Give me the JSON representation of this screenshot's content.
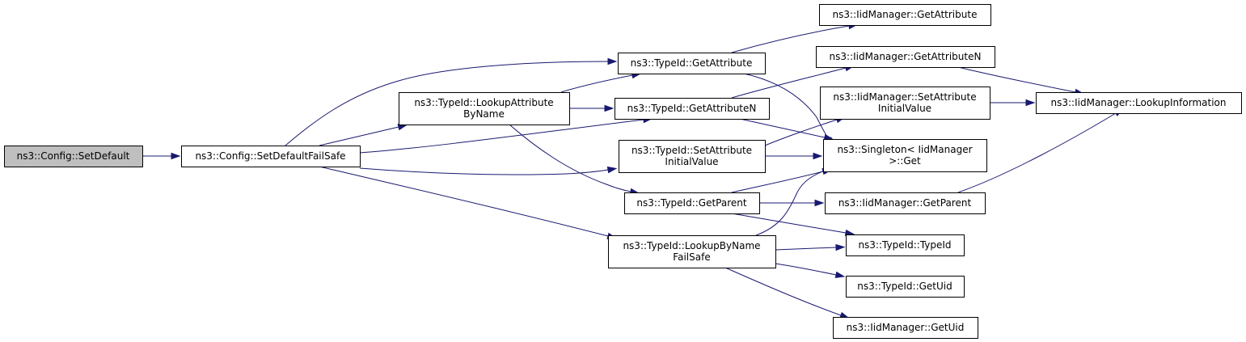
{
  "colors": {
    "edge": "#191970",
    "root_fill": "#bfbfbf",
    "node_fill": "#ffffff",
    "node_stroke": "#000000"
  },
  "nodes": [
    {
      "id": "set_default",
      "lines": [
        "ns3::Config::SetDefault"
      ],
      "root": true
    },
    {
      "id": "set_default_failsafe",
      "lines": [
        "ns3::Config::SetDefaultFailSafe"
      ]
    },
    {
      "id": "lookup_attribute_by_name",
      "lines": [
        "ns3::TypeId::LookupAttribute",
        "ByName"
      ]
    },
    {
      "id": "typeid_get_attribute",
      "lines": [
        "ns3::TypeId::GetAttribute"
      ]
    },
    {
      "id": "typeid_get_attribute_n",
      "lines": [
        "ns3::TypeId::GetAttributeN"
      ]
    },
    {
      "id": "typeid_set_attribute_initial_value",
      "lines": [
        "ns3::TypeId::SetAttribute",
        "InitialValue"
      ]
    },
    {
      "id": "typeid_get_parent",
      "lines": [
        "ns3::TypeId::GetParent"
      ]
    },
    {
      "id": "typeid_lookup_by_name_failsafe",
      "lines": [
        "ns3::TypeId::LookupByName",
        "FailSafe"
      ]
    },
    {
      "id": "iidmanager_get_attribute",
      "lines": [
        "ns3::IidManager::GetAttribute"
      ]
    },
    {
      "id": "iidmanager_get_attribute_n",
      "lines": [
        "ns3::IidManager::GetAttributeN"
      ]
    },
    {
      "id": "iidmanager_set_attribute_initial_value",
      "lines": [
        "ns3::IidManager::SetAttribute",
        "InitialValue"
      ]
    },
    {
      "id": "singleton_get",
      "lines": [
        "ns3::Singleton< IidManager",
        ">::Get"
      ]
    },
    {
      "id": "iidmanager_get_parent",
      "lines": [
        "ns3::IidManager::GetParent"
      ]
    },
    {
      "id": "typeid_typeid",
      "lines": [
        "ns3::TypeId::TypeId"
      ]
    },
    {
      "id": "typeid_get_uid",
      "lines": [
        "ns3::TypeId::GetUid"
      ]
    },
    {
      "id": "iidmanager_get_uid",
      "lines": [
        "ns3::IidManager::GetUid"
      ]
    },
    {
      "id": "iidmanager_lookup_information",
      "lines": [
        "ns3::IidManager::LookupInformation"
      ]
    }
  ],
  "edges": [
    {
      "from": "set_default",
      "to": "set_default_failsafe"
    },
    {
      "from": "set_default_failsafe",
      "to": "typeid_get_attribute"
    },
    {
      "from": "set_default_failsafe",
      "to": "lookup_attribute_by_name"
    },
    {
      "from": "set_default_failsafe",
      "to": "typeid_get_attribute_n"
    },
    {
      "from": "set_default_failsafe",
      "to": "typeid_set_attribute_initial_value"
    },
    {
      "from": "set_default_failsafe",
      "to": "typeid_lookup_by_name_failsafe"
    },
    {
      "from": "lookup_attribute_by_name",
      "to": "typeid_get_attribute"
    },
    {
      "from": "lookup_attribute_by_name",
      "to": "typeid_get_attribute_n"
    },
    {
      "from": "lookup_attribute_by_name",
      "to": "typeid_get_parent"
    },
    {
      "from": "typeid_get_attribute",
      "to": "iidmanager_get_attribute"
    },
    {
      "from": "typeid_get_attribute",
      "to": "singleton_get"
    },
    {
      "from": "typeid_get_attribute_n",
      "to": "iidmanager_get_attribute_n"
    },
    {
      "from": "typeid_get_attribute_n",
      "to": "singleton_get"
    },
    {
      "from": "typeid_set_attribute_initial_value",
      "to": "iidmanager_set_attribute_initial_value"
    },
    {
      "from": "typeid_set_attribute_initial_value",
      "to": "singleton_get"
    },
    {
      "from": "typeid_get_parent",
      "to": "singleton_get"
    },
    {
      "from": "typeid_get_parent",
      "to": "iidmanager_get_parent"
    },
    {
      "from": "typeid_get_parent",
      "to": "typeid_typeid"
    },
    {
      "from": "typeid_lookup_by_name_failsafe",
      "to": "singleton_get"
    },
    {
      "from": "typeid_lookup_by_name_failsafe",
      "to": "typeid_typeid"
    },
    {
      "from": "typeid_lookup_by_name_failsafe",
      "to": "typeid_get_uid"
    },
    {
      "from": "typeid_lookup_by_name_failsafe",
      "to": "iidmanager_get_uid"
    },
    {
      "from": "iidmanager_get_attribute_n",
      "to": "iidmanager_lookup_information"
    },
    {
      "from": "iidmanager_set_attribute_initial_value",
      "to": "iidmanager_lookup_information"
    },
    {
      "from": "iidmanager_get_parent",
      "to": "iidmanager_lookup_information"
    }
  ]
}
